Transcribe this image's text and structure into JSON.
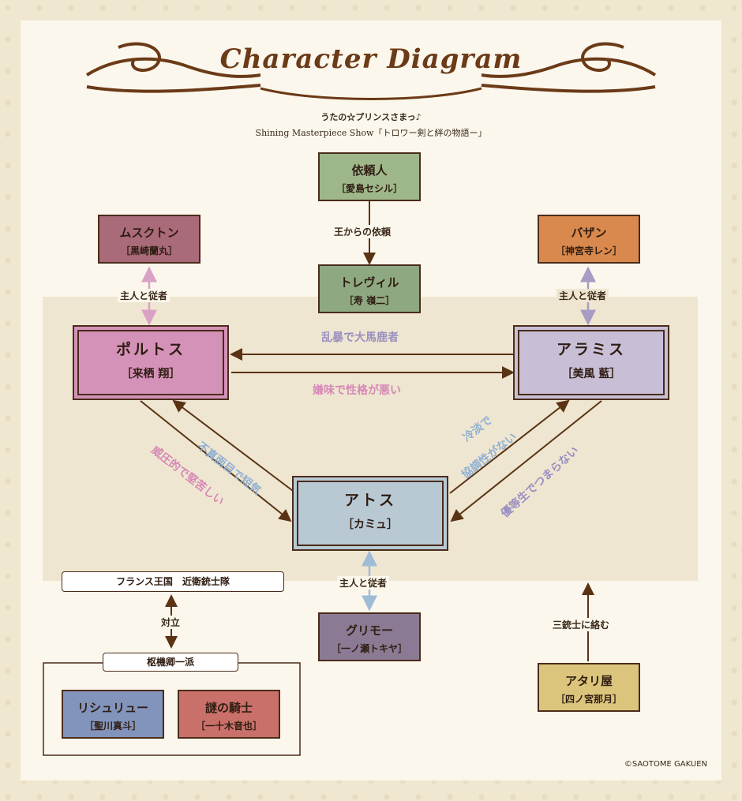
{
  "header": {
    "title": "Character Diagram",
    "subtitle_line1": "うたの☆プリンスさまっ♪",
    "subtitle_line2": "Shining Masterpiece Show「トロワー剣と絆の物語ー」"
  },
  "nodes": {
    "client": {
      "name": "依頼人",
      "actor": "［愛島セシル］",
      "color": "#9eb78a"
    },
    "treville": {
      "name": "トレヴィル",
      "actor": "［寿 嶺二］",
      "color": "#8ea881"
    },
    "mousqueton": {
      "name": "ムスクトン",
      "actor": "［黒崎蘭丸］",
      "color": "#a96a79"
    },
    "bazin": {
      "name": "バザン",
      "actor": "［神宮寺レン］",
      "color": "#d9894d"
    },
    "porthos": {
      "name": "ポルトス",
      "actor": "［来栖 翔］",
      "color": "#d592b8"
    },
    "aramis": {
      "name": "アラミス",
      "actor": "［美風 藍］",
      "color": "#c8bfd7"
    },
    "athos": {
      "name": "アトス",
      "actor": "［カミュ］",
      "color": "#b9c9d4"
    },
    "grimaud": {
      "name": "グリモー",
      "actor": "［一ノ瀬トキヤ］",
      "color": "#8b7a94"
    },
    "atariya": {
      "name": "アタリ屋",
      "actor": "［四ノ宮那月］",
      "color": "#dbc57c"
    },
    "richelieu": {
      "name": "リシュリュー",
      "actor": "［聖川真斗］",
      "color": "#8294bb"
    },
    "knight": {
      "name": "謎の騎士",
      "actor": "［一十木音也］",
      "color": "#c9706a"
    }
  },
  "relations": {
    "client_treville": "王からの依頼",
    "mousqueton_porthos": "主人と従者",
    "bazin_aramis": "主人と従者",
    "aramis_to_porthos": "乱暴で大馬鹿者",
    "porthos_to_aramis": "嫌味で性格が悪い",
    "athos_to_porthos": "不真面目で短気",
    "porthos_to_athos": "威圧的で堅苦しい",
    "athos_to_aramis_1": "冷淡で",
    "athos_to_aramis_2": "協調性がない",
    "aramis_to_athos": "優等生でつまらない",
    "athos_grimaud": "主人と従者",
    "atariya_musketeers": "三銃士に絡む",
    "conflict": "対立"
  },
  "groups": {
    "kingdom": "フランス王国　近衛銃士隊",
    "cardinal": "枢機卿一派"
  },
  "copyright": "©SAOTOME GAKUEN",
  "colors": {
    "brown": "#5a3214",
    "pink": "#d9a2c4",
    "lavender": "#a79cc4",
    "blue": "#9fbcd6",
    "pink_text": "#d688b6",
    "lavender_text": "#9a8fc1",
    "blue_text": "#8fb0d2"
  }
}
